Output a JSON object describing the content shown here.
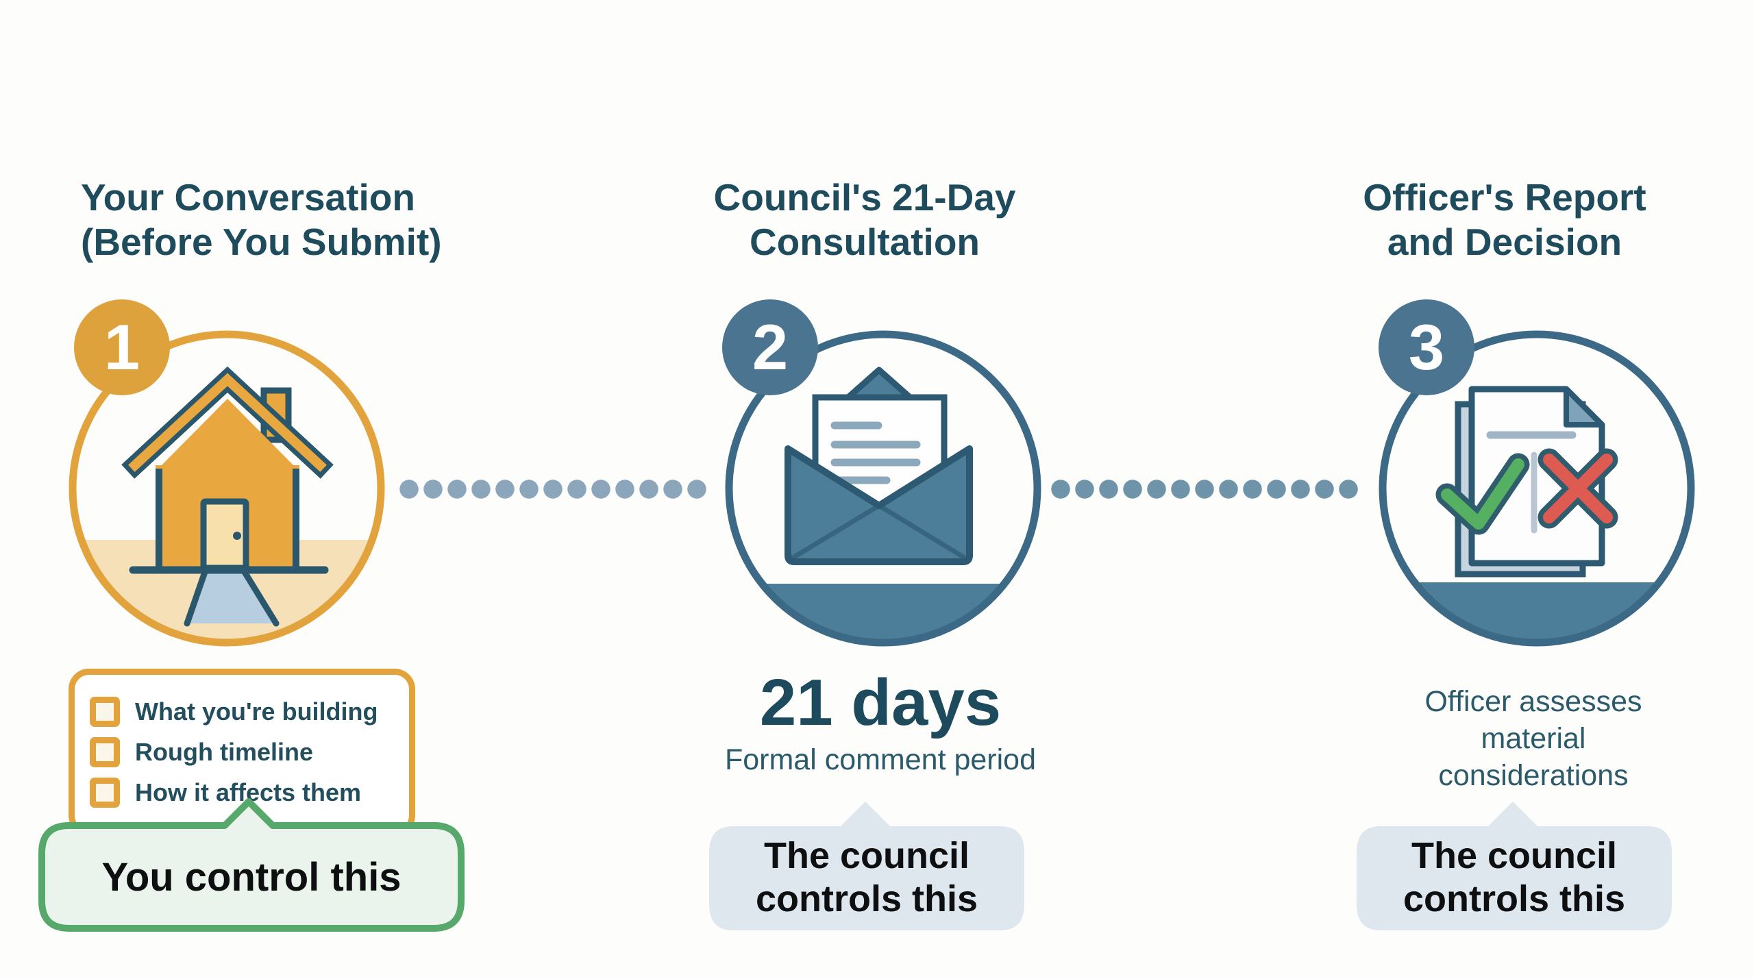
{
  "palette": {
    "heading_text": "#1F4C5D",
    "caption_text": "#2B5A6B",
    "step1_accent_orange": "#E2A33C",
    "step23_accent_blue": "#3C6A86",
    "badge_blue": "#4A7490",
    "green_bubble_border": "#56A96A",
    "green_bubble_fill": "#EAF3EC",
    "gray_bubble_fill": "#DFE7EE",
    "bubble_text": "#0E0F10",
    "check_green": "#55B061",
    "cross_red": "#DE5B51",
    "connector_dots_left": "#8BA6BA",
    "connector_dots_right": "#6F93A9"
  },
  "steps": [
    {
      "number": "1",
      "title_line1": "Your Conversation",
      "title_line2": "(Before You Submit)",
      "icon": "house-icon",
      "checklist": {
        "items": [
          "What you're building",
          "Rough timeline",
          "How it affects them"
        ]
      },
      "bubble": {
        "label": "You control this",
        "style": "green"
      }
    },
    {
      "number": "2",
      "title_line1": "Council's 21-Day",
      "title_line2": "Consultation",
      "icon": "open-envelope-icon",
      "duration": "21 days",
      "duration_caption": "Formal comment period",
      "bubble": {
        "label": "The council controls this",
        "style": "gray"
      }
    },
    {
      "number": "3",
      "title_line1": "Officer's Report",
      "title_line2": "and Decision",
      "icon": "approve-reject-document-icon",
      "caption_line1": "Officer assesses material",
      "caption_line2": "considerations",
      "bubble": {
        "label": "The council controls this",
        "style": "gray"
      }
    }
  ]
}
